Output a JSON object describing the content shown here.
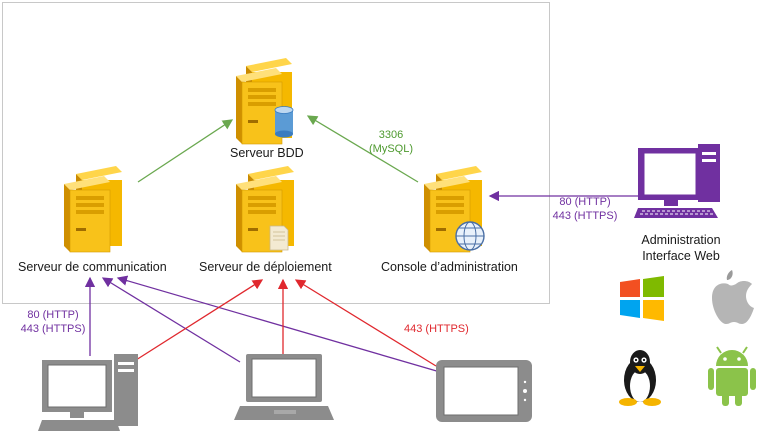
{
  "nodes": {
    "bdd": {
      "label": "Serveur BDD"
    },
    "comm": {
      "label": "Serveur de communication"
    },
    "deploy": {
      "label": "Serveur de déploiement"
    },
    "console": {
      "label": "Console d’administration"
    },
    "admin_web": {
      "line1": "Administration",
      "line2": "Interface Web"
    }
  },
  "edges": {
    "mysql": {
      "port": "3306",
      "proto": "(MySQL)",
      "color": "#6aa84f"
    },
    "web_admin": {
      "line1": "80 (HTTP)",
      "line2": "443 (HTTPS)",
      "color": "#7030a0"
    },
    "clients_comm": {
      "line1": "80 (HTTP)",
      "line2": "443 (HTTPS)",
      "color": "#7030a0"
    },
    "clients_deploy": {
      "label": "443 (HTTPS)",
      "color": "#e0282e"
    }
  },
  "os_icons": [
    "windows-icon",
    "apple-icon",
    "linux-icon",
    "android-icon"
  ],
  "colors": {
    "server": "#f5b800",
    "device": "#8c8c8c",
    "admin": "#7030a0",
    "windows": [
      "#f25022",
      "#7fba00",
      "#00a4ef",
      "#ffb900"
    ],
    "android": "#8bc34a"
  }
}
